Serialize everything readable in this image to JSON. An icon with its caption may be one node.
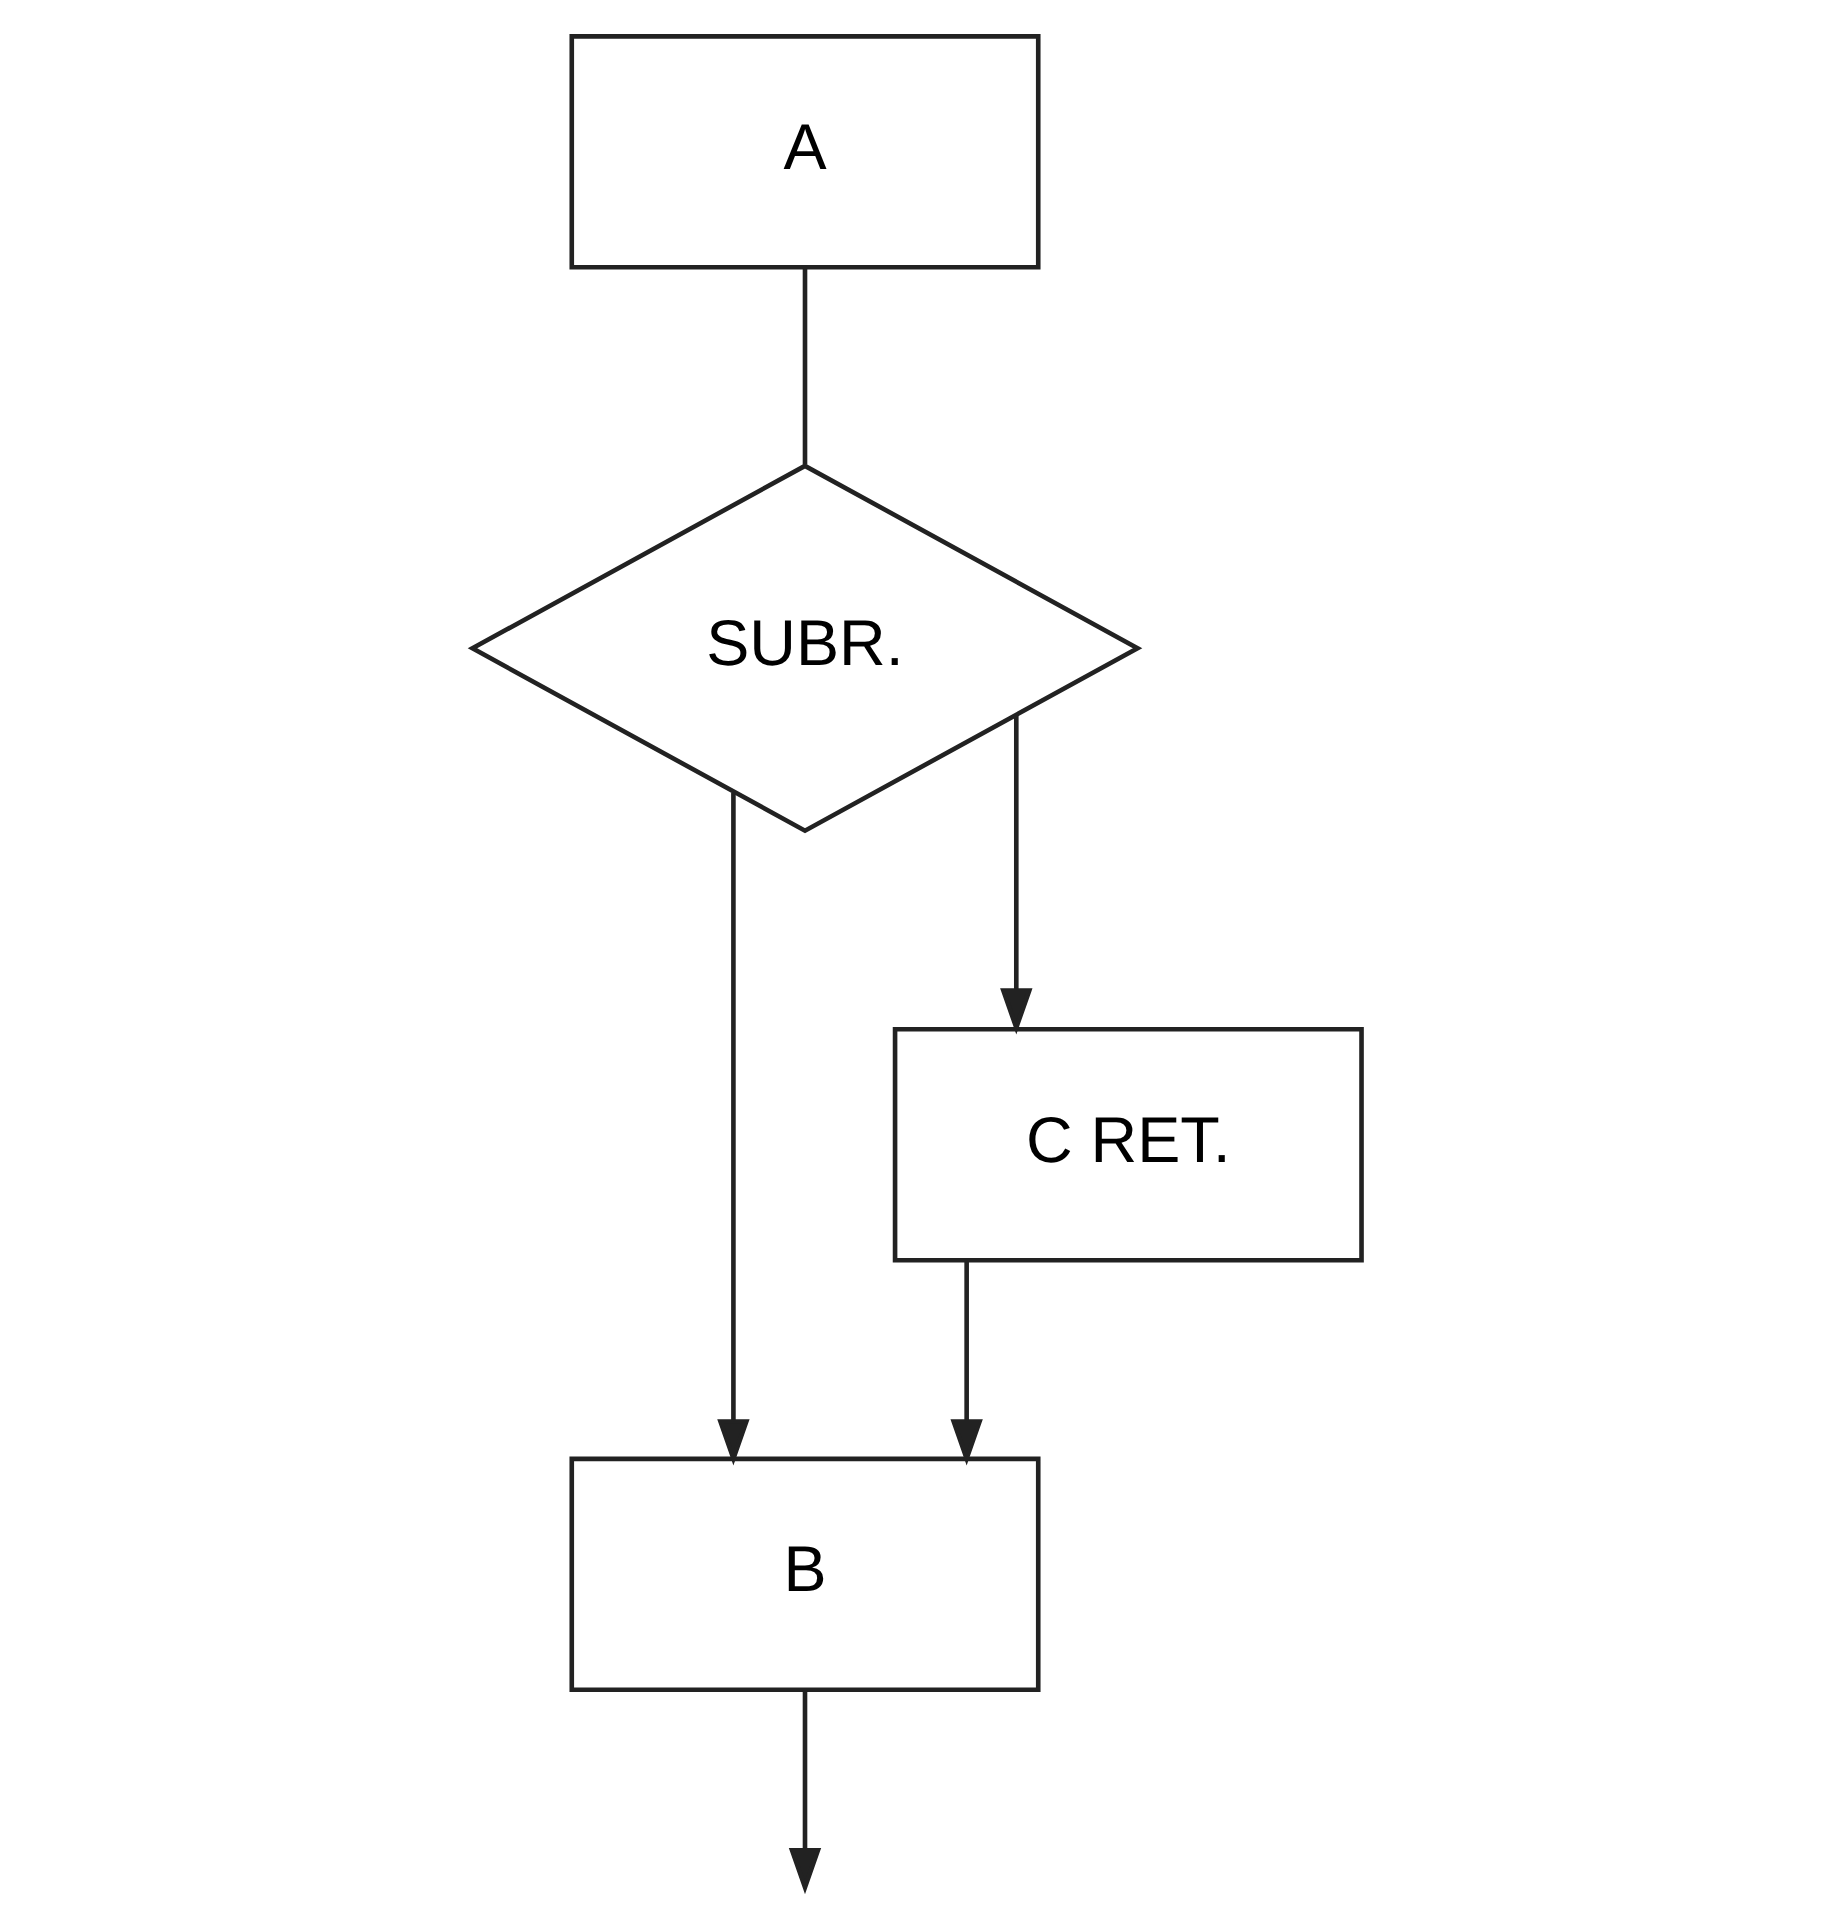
{
  "diagram": {
    "nodes": [
      {
        "text": [
          "A"
        ]
      },
      {
        "text": [
          "SUBR."
        ]
      },
      {
        "text": [
          "B"
        ]
      },
      {
        "text": [
          "C RET."
        ]
      }
    ],
    "edges": [
      {
        "from": 0,
        "to": 1,
        "arrow": "none"
      },
      {
        "from": 1,
        "to": 2,
        "arrow": "to"
      },
      {
        "from": 1,
        "to": 3,
        "arrow": "to"
      },
      {
        "from": 2,
        "to": null,
        "arrow": "to"
      },
      {
        "from": 3,
        "to": 2,
        "arrow": "to"
      }
    ]
  }
}
